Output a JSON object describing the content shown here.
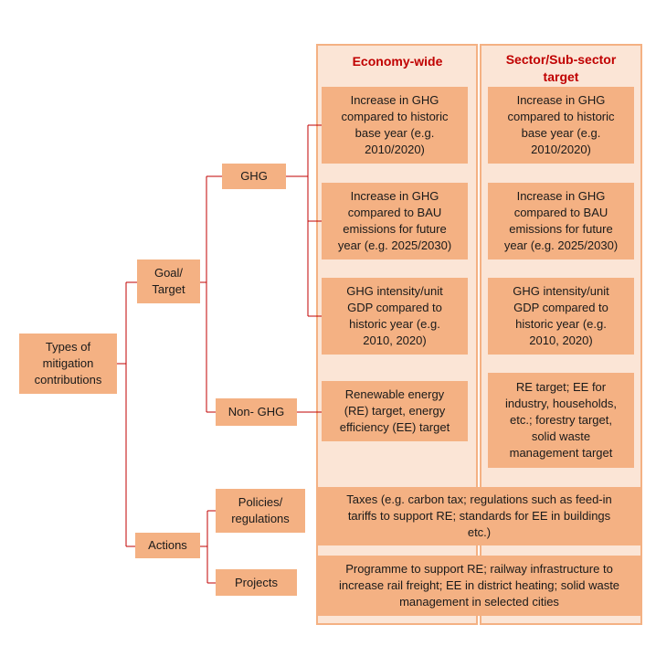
{
  "colors": {
    "box_fill": "#f4b183",
    "column_fill": "#fbe5d6",
    "connector": "#c00000",
    "header_text": "#c00000"
  },
  "columns": {
    "economy_wide": "Economy-wide",
    "sector": "Sector/Sub-sector\ntarget"
  },
  "nodes": {
    "root": "Types of\nmitigation\ncontributions",
    "goal": "Goal/\nTarget",
    "actions": "Actions",
    "ghg": "GHG",
    "non_ghg": "Non- GHG",
    "policies": "Policies/\nregulations",
    "projects": "Projects"
  },
  "economy": {
    "historic": "Increase in GHG\ncompared to historic\nbase year (e.g.\n2010/2020)",
    "bau": "Increase in GHG\ncompared to BAU\nemissions for future\nyear (e.g. 2025/2030)",
    "intensity": "GHG intensity/unit\nGDP compared to\nhistoric year (e.g.\n2010, 2020)",
    "non_ghg": "Renewable energy\n(RE) target, energy\nefficiency (EE) target"
  },
  "sector": {
    "historic": "Increase in GHG\ncompared to historic\nbase year (e.g.\n2010/2020)",
    "bau": "Increase in GHG\ncompared to BAU\nemissions for future\nyear (e.g. 2025/2030)",
    "intensity": "GHG intensity/unit\nGDP compared to\nhistoric year (e.g.\n2010, 2020)",
    "non_ghg": "RE target; EE for\nindustry, households,\netc.; forestry target,\nsolid waste\nmanagement target"
  },
  "actions_wide": {
    "policies": "Taxes (e.g. carbon tax; regulations such as feed-in\ntariffs to support RE; standards for EE in buildings\netc.)",
    "projects": "Programme to support RE; railway infrastructure to\nincrease rail freight; EE in district heating; solid waste\nmanagement in selected cities"
  }
}
